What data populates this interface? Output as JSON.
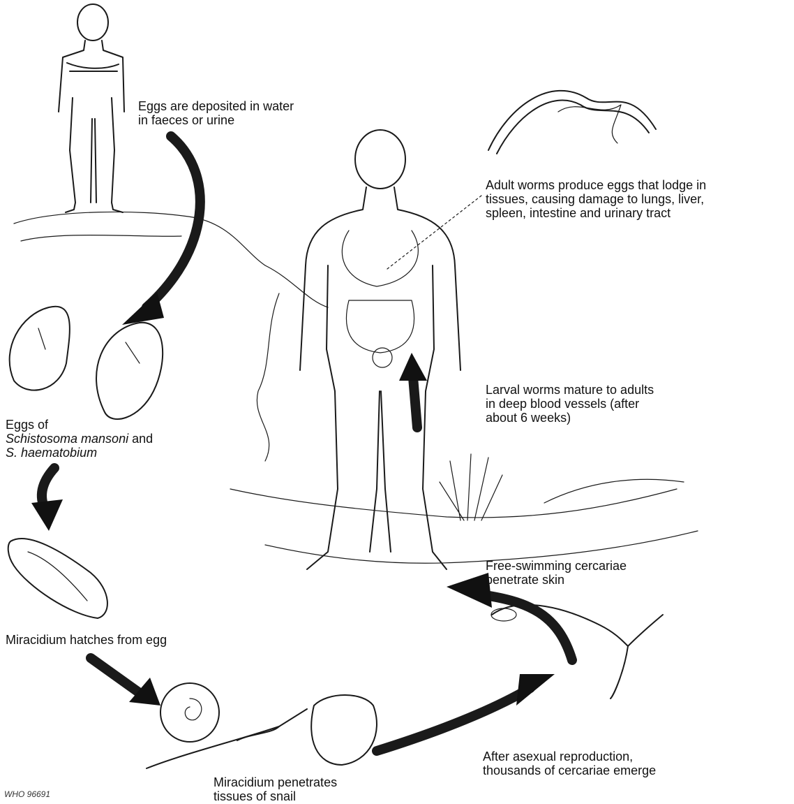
{
  "labels": {
    "eggs_deposited": [
      "Eggs are deposited in water",
      "in faeces or urine"
    ],
    "adult_worms": [
      "Adult worms produce eggs that lodge in",
      "tissues, causing damage to lungs, liver,",
      "spleen, intestine and urinary tract"
    ],
    "larval_worms": [
      "Larval worms mature to adults",
      "in deep blood vessels (after",
      "about 6 weeks)"
    ],
    "eggs_of": {
      "line1": "Eggs of",
      "species1": "Schistosoma mansoni",
      "and": " and",
      "species2": "S. haematobium"
    },
    "miracidium_hatches": "Miracidium hatches from egg",
    "miracidium_penetrates": [
      "Miracidium penetrates",
      "tissues of snail"
    ],
    "asexual_reproduction": [
      "After asexual reproduction,",
      "thousands of cercariae emerge"
    ],
    "free_swimming": [
      "Free-swimming cercariae",
      "penetrate skin"
    ]
  },
  "credit": "WHO 96691"
}
